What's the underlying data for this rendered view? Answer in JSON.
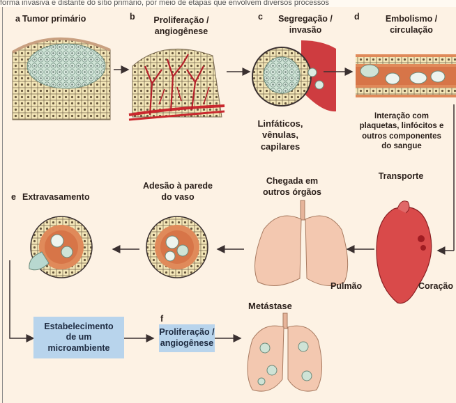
{
  "top_strip_text": "forma invasiva e distante do sítio primário, por meio de etapas que envolvem diversos processos",
  "panels": {
    "a": {
      "letter": "a",
      "title": "Tumor primário"
    },
    "b": {
      "letter": "b",
      "title_line1": "Proliferação /",
      "title_line2": "angiogênese"
    },
    "c": {
      "letter": "c",
      "title_line1": "Segregação /",
      "title_line2": "invasão"
    },
    "d": {
      "letter": "d",
      "title_line1": "Embolismo /",
      "title_line2": "circulação"
    },
    "e": {
      "letter": "e",
      "title": "Extravasamento"
    },
    "f": {
      "letter": "f",
      "title_line1": "Proliferação /",
      "title_line2": "angiogênese"
    }
  },
  "labels": {
    "lymph_line1": "Linfáticos,",
    "lymph_line2": "vênulas,",
    "lymph_line3": "capilares",
    "interaction_line1": "Interação com",
    "interaction_line2": "plaquetas, linfócitos e",
    "interaction_line3": "outros componentes",
    "interaction_line4": "do sangue",
    "transport": "Transporte",
    "arrival_line1": "Chegada em",
    "arrival_line2": "outros órgãos",
    "adhesion_line1": "Adesão à parede",
    "adhesion_line2": "do vaso",
    "lung": "Pulmão",
    "heart": "Coração",
    "metastasis": "Metástase",
    "microenv_line1": "Estabelecimento",
    "microenv_line2": "de um",
    "microenv_line3": "microambiente"
  },
  "colors": {
    "background": "#fdf2e4",
    "cell_fill": "#f4e7b8",
    "tumor_cell": "#d7e8de",
    "vessel_red": "#c9282e",
    "vessel_wall": "#e08a5a",
    "lung_fill": "#f3c8b0",
    "blue_box": "#b8d4ec"
  }
}
